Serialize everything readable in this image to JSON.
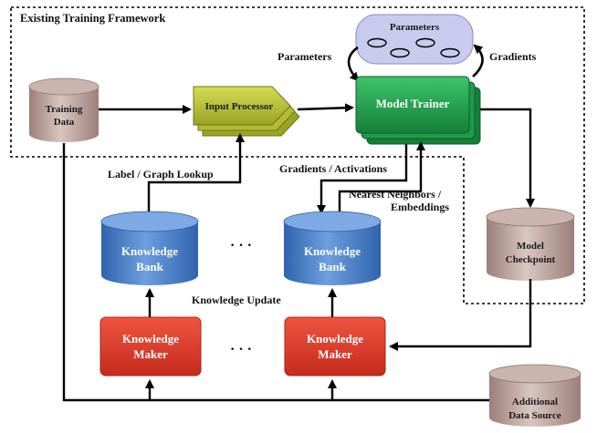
{
  "frame": {
    "title": "Existing Training Framework"
  },
  "nodes": {
    "training_data": [
      "Training",
      "Data"
    ],
    "input_processor": "Input Processor",
    "model_trainer": "Model Trainer",
    "parameters_cloud": "Parameters",
    "model_checkpoint": [
      "Model",
      "Checkpoint"
    ],
    "additional_source": [
      "Additional",
      "Data Source"
    ],
    "knowledge_bank_left": [
      "Knowledge",
      "Bank"
    ],
    "knowledge_bank_right": [
      "Knowledge",
      "Bank"
    ],
    "knowledge_maker_left": [
      "Knowledge",
      "Maker"
    ],
    "knowledge_maker_right": [
      "Knowledge",
      "Maker"
    ]
  },
  "edge_labels": {
    "parameters": "Parameters",
    "gradients": "Gradients",
    "label_lookup": "Label / Graph Lookup",
    "gradients_activations": "Gradients / Activations",
    "nearest_neighbors": [
      "Nearest Neighbors /",
      "Embeddings"
    ],
    "knowledge_update": "Knowledge Update"
  },
  "ellipsis": "· · ·",
  "colors": {
    "trainer": "#1e9a4a",
    "processor": "#b8c23a",
    "bank": "#4a7fc4",
    "maker": "#de3b2a",
    "cylinder_gray": "#b59a94",
    "cloud": "#c8cbee"
  }
}
